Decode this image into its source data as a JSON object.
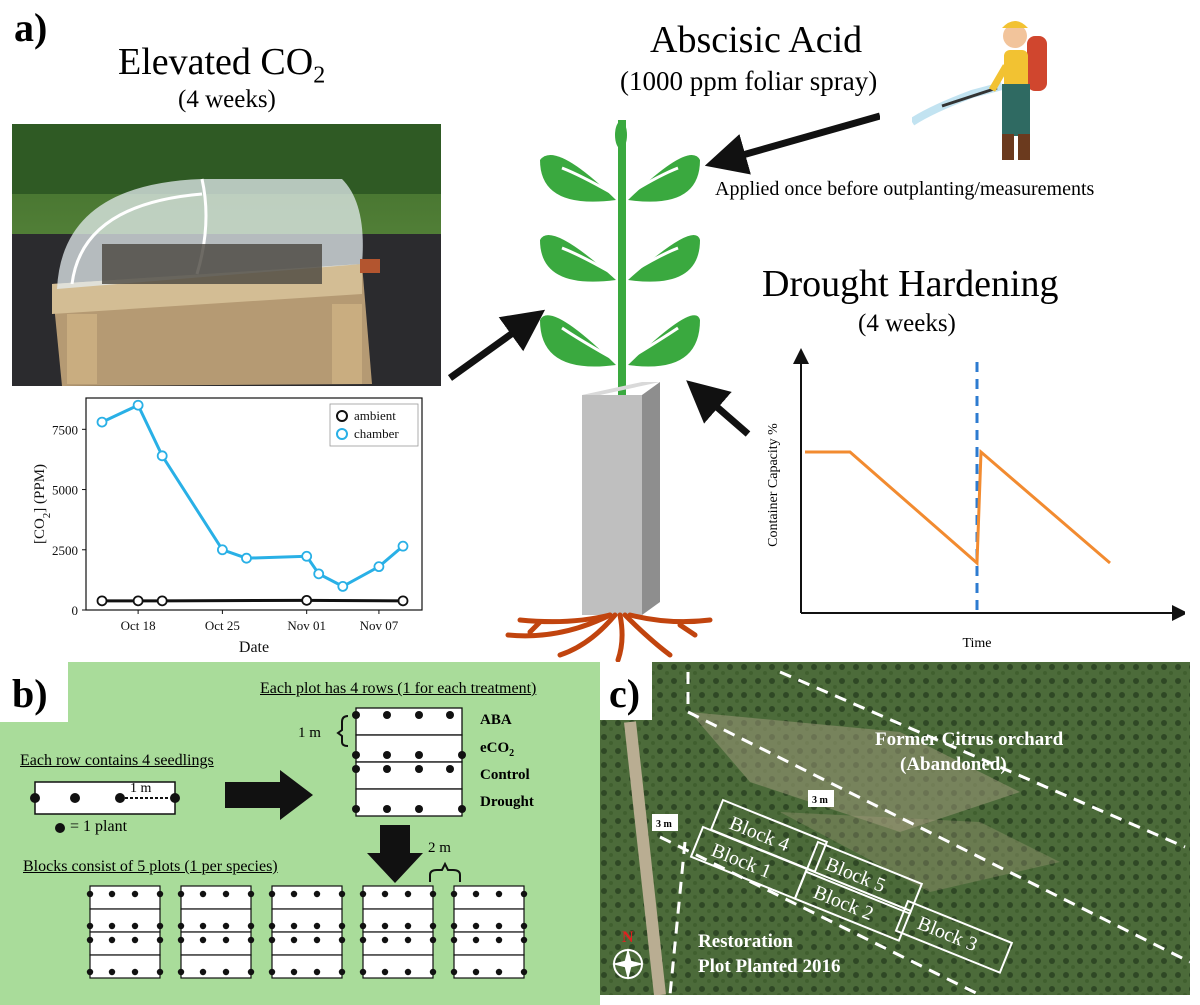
{
  "panel_a": {
    "label": "a)",
    "eco2": {
      "title": "Elevated CO",
      "title_sub": "2",
      "duration": "(4 weeks)"
    },
    "aba": {
      "title": "Abscisic Acid",
      "subtitle": "(1000 ppm foliar spray)",
      "note": "Applied once before outplanting/measurements"
    },
    "drought": {
      "title": "Drought Hardening",
      "duration": "(4 weeks)",
      "xlabel": "Time",
      "ylabel": "Container Capacity %"
    }
  },
  "chart_data": [
    {
      "type": "line",
      "xlabel": "Date",
      "ylabel_pre": "[CO",
      "ylabel_sub": "2",
      "ylabel_post": "] (PPM)",
      "ylim": [
        0,
        8800
      ],
      "yticks": [
        0,
        2500,
        5000,
        7500
      ],
      "xticks": [
        "Oct 18",
        "Oct 25",
        "Nov 01",
        "Nov 07"
      ],
      "legend_position": "top-right",
      "colors": {
        "ambient": "#111111",
        "chamber": "#29b0e6"
      },
      "series": [
        {
          "name": "ambient",
          "x": [
            "Oct 15",
            "Oct 18",
            "Oct 20",
            "Nov 01",
            "Nov 09"
          ],
          "values": [
            380,
            380,
            380,
            400,
            380
          ]
        },
        {
          "name": "chamber",
          "x": [
            "Oct 15",
            "Oct 18",
            "Oct 20",
            "Oct 25",
            "Oct 27",
            "Nov 01",
            "Nov 02",
            "Nov 04",
            "Nov 07",
            "Nov 09"
          ],
          "values": [
            7800,
            8500,
            6400,
            2500,
            2150,
            2230,
            1500,
            980,
            1800,
            2650
          ]
        }
      ]
    }
  ],
  "panel_b": {
    "label": "b)",
    "row_note": "Each row contains 4 seedlings",
    "spacing_1m": "1 m",
    "plant_legend": "= 1 plant",
    "plot_note": "Each plot has 4 rows (1 for each treatment)",
    "row_gap": "1 m",
    "treatments": [
      "ABA",
      "eCO",
      "Control",
      "Drought"
    ],
    "treatment_sub": "2",
    "block_note": "Blocks consist of 5 plots (1 per species)",
    "plot_gap": "2 m"
  },
  "panel_c": {
    "label": "c)",
    "orchard_line1": "Former Citrus orchard",
    "orchard_line2": "(Abandoned)",
    "blocks": [
      "Block 4",
      "Block 1",
      "Block 5",
      "Block 2",
      "Block 3"
    ],
    "gap_label_a": "3 m",
    "gap_label_b": "3 m",
    "restoration_line1": "Restoration",
    "restoration_line2": "Plot Planted 2016",
    "north": "N"
  }
}
